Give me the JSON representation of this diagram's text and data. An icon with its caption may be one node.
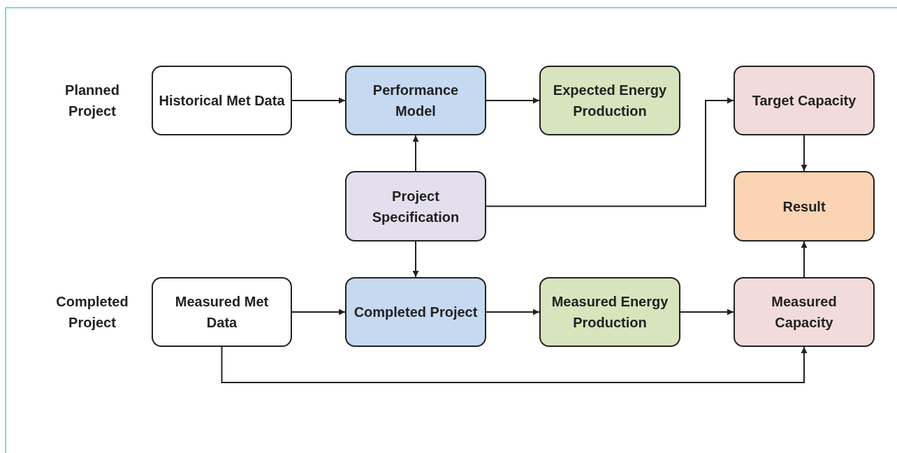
{
  "diagram": {
    "nodes": [
      {
        "text": [
          "Historical Met Data"
        ]
      },
      {
        "text": [
          "Performance Model"
        ]
      },
      {
        "text": [
          "Expected Energy Production"
        ]
      },
      {
        "text": [
          "Target Capacity"
        ]
      },
      {
        "text": [
          "Project Specification"
        ]
      },
      {
        "text": [
          "Result"
        ]
      },
      {
        "text": [
          "Measured Met Data"
        ]
      },
      {
        "text": [
          "Completed Project"
        ]
      },
      {
        "text": [
          "Measured Energy Production"
        ]
      },
      {
        "text": [
          "Measured Capacity"
        ]
      }
    ],
    "edges": [
      {
        "from": 0,
        "to": 1,
        "arrow": "to"
      },
      {
        "from": 1,
        "to": 2,
        "arrow": "to"
      },
      {
        "from": 4,
        "to": 1,
        "arrow": "to"
      },
      {
        "from": 4,
        "to": 3,
        "arrow": "to"
      },
      {
        "from": 3,
        "to": 5,
        "arrow": "to"
      },
      {
        "from": 4,
        "to": 7,
        "arrow": "to"
      },
      {
        "from": 6,
        "to": 7,
        "arrow": "to"
      },
      {
        "from": 7,
        "to": 8,
        "arrow": "to"
      },
      {
        "from": 8,
        "to": 9,
        "arrow": "to"
      },
      {
        "from": 9,
        "to": 5,
        "arrow": "to"
      },
      {
        "from": 6,
        "to": 9,
        "arrow": "to"
      }
    ],
    "labels": [
      "Planned Project",
      "Completed Project"
    ]
  }
}
